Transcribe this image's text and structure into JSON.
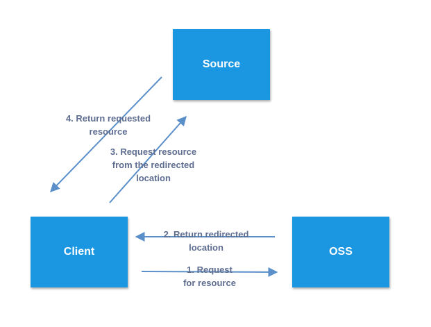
{
  "nodes": {
    "source": "Source",
    "client": "Client",
    "oss": "OSS"
  },
  "edges": [
    {
      "from": "Client",
      "to": "OSS",
      "label": "1. Request\nfor resource"
    },
    {
      "from": "OSS",
      "to": "Client",
      "label": "2. Return redirected\nlocation"
    },
    {
      "from": "Client",
      "to": "Source",
      "label": "3. Request resource\nfrom the redirected\nlocation"
    },
    {
      "from": "Source",
      "to": "Client",
      "label": "4. Return requested\nresource"
    }
  ],
  "colors": {
    "node_fill": "#1b96e0",
    "node_text": "#ffffff",
    "arrow": "#5b8fc9",
    "label_text": "#5e6d90"
  }
}
